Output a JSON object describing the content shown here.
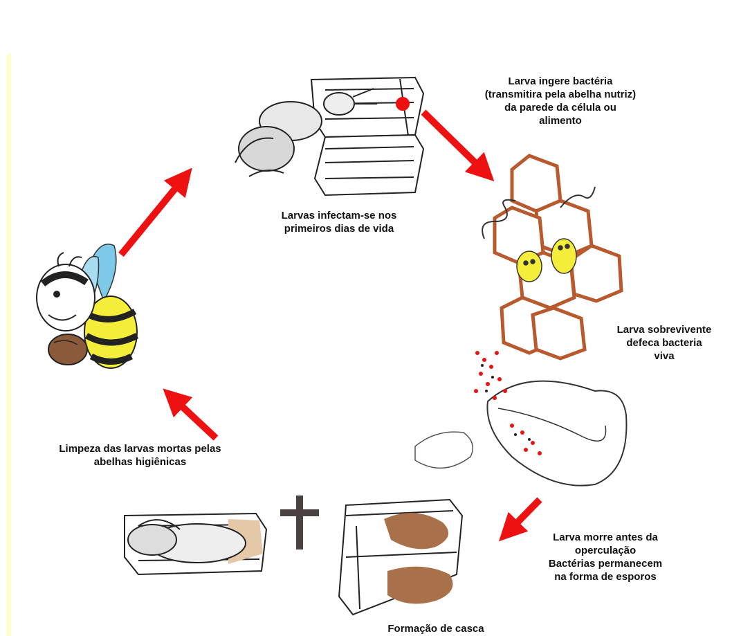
{
  "diagram": {
    "labels": {
      "top_right": [
        "Larva ingere bactéria",
        "(transmitira pela abelha nutriz)",
        "da parede da célula ou",
        "alimento"
      ],
      "top_center": [
        "Larvas infectam-se nos",
        "primeiros dias de vida"
      ],
      "right_middle": [
        "Larva sobrevivente",
        "defeca bacteria",
        "viva"
      ],
      "left_lower": [
        "Limpeza das larvas mortas pelas",
        "abelhas higiênicas"
      ],
      "bottom_right": [
        "Larva morre antes da",
        "operculação",
        "Bactérias permanecem",
        "na forma de esporos"
      ],
      "bottom_center": [
        "Formação de casca"
      ]
    },
    "colors": {
      "arrow": "#ee1111",
      "comb_outline": "#b85a2e",
      "larva_yellow": "#f4ee3a",
      "bee_wing": "#7ec8e8",
      "scale_brown": "#a8714a",
      "border_yellow": "#ffffc8"
    },
    "icons": [
      "bee-with-larva-icon",
      "cross-icon"
    ]
  }
}
